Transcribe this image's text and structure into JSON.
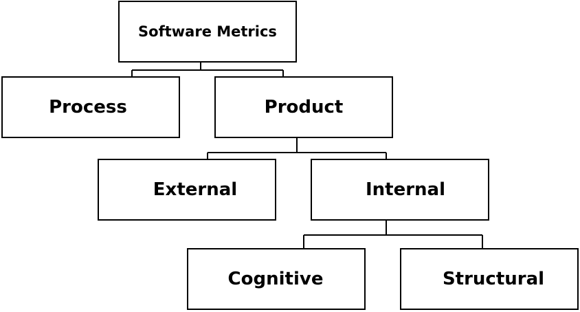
{
  "diagram": {
    "nodes": {
      "root": "Software Metrics",
      "process": "Process",
      "product": "Product",
      "external": "External",
      "internal": "Internal",
      "cognitive": "Cognitive",
      "structural": "Structural"
    },
    "colors": {
      "stroke": "#000000",
      "fill": "#ffffff",
      "text": "#000000"
    }
  }
}
